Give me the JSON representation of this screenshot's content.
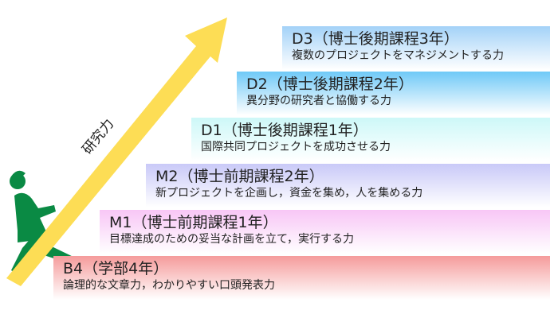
{
  "axis_label": "研究力",
  "colors": {
    "arrow": "#fddd55",
    "person": "#0a8a44"
  },
  "steps": [
    {
      "title": "B4（学部4年）",
      "desc": "論理的な文章力，わかりやすい口頭発表力",
      "color": "#f59b9b"
    },
    {
      "title": "M1（博士前期課程1年）",
      "desc": "目標達成のための妥当な計画を立て，実行する力",
      "color": "#f8c6f6"
    },
    {
      "title": "M2（博士前期課程2年）",
      "desc": "新プロジェクトを企画し，資金を集め，人を集める力",
      "color": "#c9c9f8"
    },
    {
      "title": "D1（博士後期課程1年）",
      "desc": "国際共同プロジェクトを成功させる力",
      "color": "#cdf8f8"
    },
    {
      "title": "D2（博士後期課程2年）",
      "desc": "異分野の研究者と協働する力",
      "color": "#6fc9f7"
    },
    {
      "title": "D3（博士後期課程3年）",
      "desc": "複数のプロジェクトをマネジメントする力",
      "color": "#a3d2f8"
    }
  ]
}
